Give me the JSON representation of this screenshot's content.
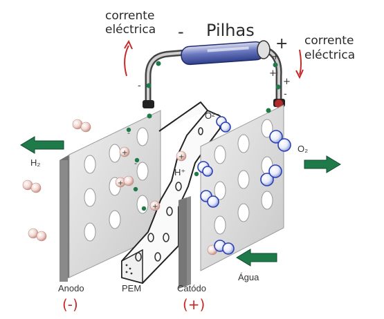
{
  "title": "Pilhas",
  "current_left": [
    "corrente",
    "eléctrica"
  ],
  "current_right": [
    "corrente",
    "eléctrica"
  ],
  "minus_sign": "-",
  "plus_sign": "+",
  "species": {
    "h2": "H₂",
    "o2": "O₂",
    "h_plus": "H⁺",
    "o2_minus": "O²⁻"
  },
  "labels": {
    "anode": "Anodo",
    "pem": "PEM",
    "cathode": "Catódo",
    "water": "Água",
    "anode_sign": "(-)",
    "cathode_sign": "(+)"
  },
  "colors": {
    "battery": "#3a4fa0",
    "wire": "#555555",
    "electron": "#1f7a4a",
    "oxygen": "#2a3fb5",
    "hydrogen": "#e6b8b0",
    "arrow": "#1f7a4a",
    "sign_red": "#c62828",
    "plate": "#d9d9d9",
    "electrode": "#8a8a8a"
  }
}
